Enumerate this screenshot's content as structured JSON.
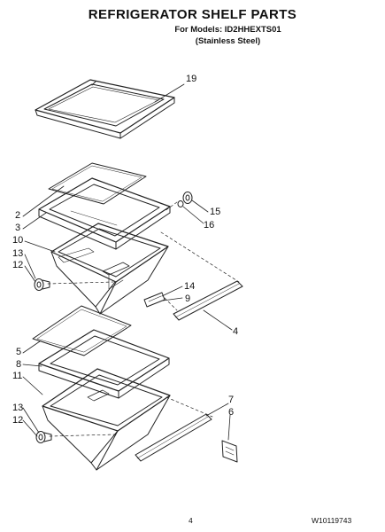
{
  "header": {
    "title": "REFRIGERATOR SHELF PARTS",
    "models": "For Models: ID2HHEXTS01",
    "variant": "(Stainless Steel)"
  },
  "callouts": {
    "c19": "19",
    "c2": "2",
    "c3": "3",
    "c10": "10",
    "c13a": "13",
    "c12a": "12",
    "c15": "15",
    "c16": "16",
    "c14": "14",
    "c9": "9",
    "c4": "4",
    "c5": "5",
    "c8": "8",
    "c11": "11",
    "c13b": "13",
    "c12b": "12",
    "c7": "7",
    "c6": "6"
  },
  "footer": {
    "page_number": "4",
    "doc_number": "W10119743"
  }
}
